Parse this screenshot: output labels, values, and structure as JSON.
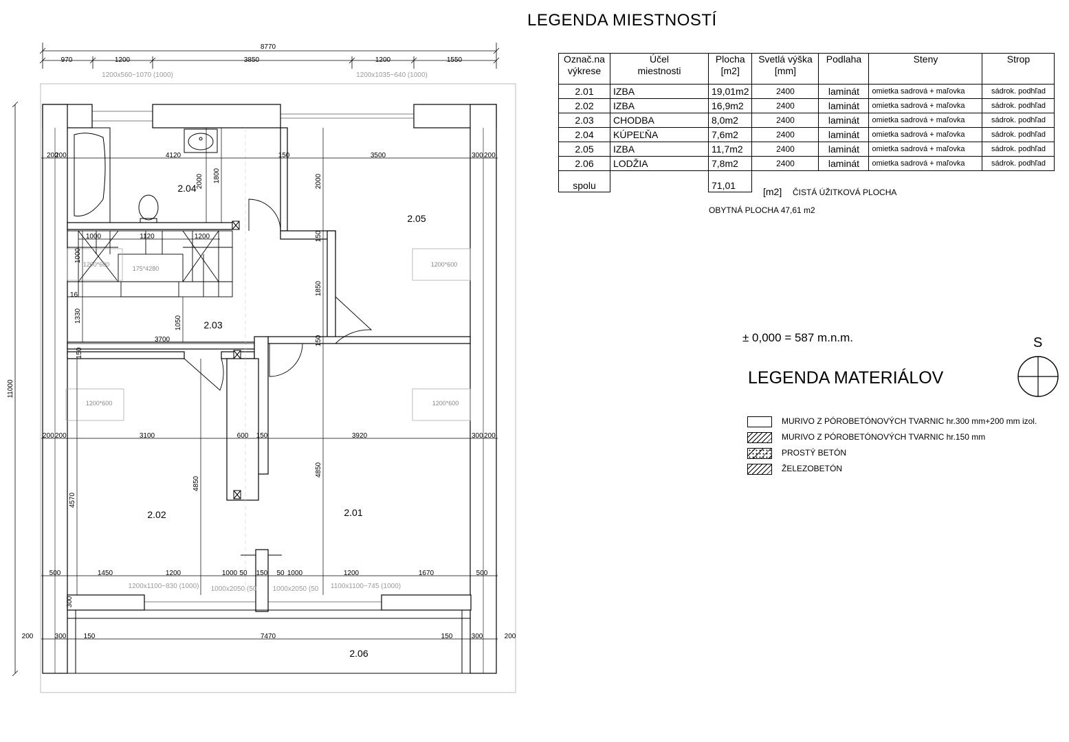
{
  "legend": {
    "title": "LEGENDA MIESTNOSTÍ",
    "headers": {
      "code": [
        "Označ.na",
        "výkrese"
      ],
      "purpose": [
        "Účel",
        "miestnosti"
      ],
      "area": [
        "Plocha",
        "[m2]"
      ],
      "height": [
        "Svetlá výška",
        "[mm]"
      ],
      "floor": "Podlaha",
      "walls": "Steny",
      "ceiling": "Strop"
    },
    "rows": [
      {
        "code": "2.01",
        "name": "IZBA",
        "area": "19,01m2",
        "height": "2400",
        "floor": "laminát",
        "walls": "omietka sadrová + maľovka",
        "ceiling": "sádrok. podhľad"
      },
      {
        "code": "2.02",
        "name": "IZBA",
        "area": "16,9m2",
        "height": "2400",
        "floor": "laminát",
        "walls": "omietka sadrová + maľovka",
        "ceiling": "sádrok. podhľad"
      },
      {
        "code": "2.03",
        "name": "CHODBA",
        "area": "8,0m2",
        "height": "2400",
        "floor": "laminát",
        "walls": "omietka sadrová + maľovka",
        "ceiling": "sádrok. podhľad"
      },
      {
        "code": "2.04",
        "name": "KÚPEĽŇA",
        "area": "7,6m2",
        "height": "2400",
        "floor": "laminát",
        "walls": "omietka sadrová + maľovka",
        "ceiling": "sádrok. podhľad"
      },
      {
        "code": "2.05",
        "name": "IZBA",
        "area": "11,7m2",
        "height": "2400",
        "floor": "laminát",
        "walls": "omietka sadrová + maľovka",
        "ceiling": "sádrok. podhľad"
      },
      {
        "code": "2.06",
        "name": "LODŽIA",
        "area": "7,8m2",
        "height": "2400",
        "floor": "laminát",
        "walls": "omietka sadrová + maľovka",
        "ceiling": "sádrok. podhľad"
      }
    ],
    "total_label": "spolu",
    "total_value": "71,01",
    "total_unit": "[m2]",
    "total_desc": "ČISTÁ ÚŽITKOVÁ PLOCHA",
    "living_area": "OBYTNÁ  PLOCHA  47,61 m2"
  },
  "level": "± 0,000 = 587 m.n.m.",
  "north": "S",
  "materials": {
    "title": "LEGENDA MATERIÁLOV",
    "items": [
      {
        "label": "MURIVO Z PÓROBETÓNOVÝCH TVARNIC  hr.300 mm+200 mm izol.",
        "pattern": "plain"
      },
      {
        "label": "MURIVO Z PÓROBETÓNOVÝCH TVARNIC  hr.150 mm",
        "pattern": "hatch"
      },
      {
        "label": "PROSTÝ BETÓN",
        "pattern": "dots"
      },
      {
        "label": "ŽELEZOBETÓN",
        "pattern": "hatch"
      }
    ]
  },
  "plan": {
    "rooms": [
      "2.01",
      "2.02",
      "2.03",
      "2.04",
      "2.05",
      "2.06"
    ],
    "dims_top_total": "8770",
    "dims_top": [
      "970",
      "1200",
      "3850",
      "1200",
      "1550"
    ],
    "windows_top": [
      "1200x560~1070 (1000)",
      "1200x1035~640 (1000)"
    ],
    "dims_upper": [
      "200",
      "200",
      "4120",
      "150",
      "3500",
      "300",
      "200"
    ],
    "dims_mid": [
      "200",
      "200",
      "3100",
      "600",
      "150",
      "3920",
      "300",
      "200"
    ],
    "dims_stair": [
      "1000",
      "1120",
      "1200"
    ],
    "dims_bottom_row": [
      "500",
      "1450",
      "1200",
      "1000",
      "50",
      "150",
      "50",
      "1000",
      "1200",
      "1670",
      "500"
    ],
    "windows_bottom": [
      "1200x1100~830 (1000)",
      "1000x2050 (50",
      "1000x2050 (50",
      "1100x1100~745 (1000)"
    ],
    "dims_lodzia": [
      "200",
      "300",
      "150",
      "7470",
      "150",
      "300",
      "200"
    ],
    "dims_vert": [
      "2000",
      "1800",
      "2000",
      "150",
      "1850",
      "150",
      "1000",
      "1330",
      "1050",
      "3700",
      "4570",
      "4850",
      "4850",
      "300",
      "16"
    ],
    "overall_height": "11000",
    "skylights": [
      "1200*600",
      "1200*600",
      "1200*600",
      "1200*600"
    ],
    "stair_label": "175*4280"
  }
}
